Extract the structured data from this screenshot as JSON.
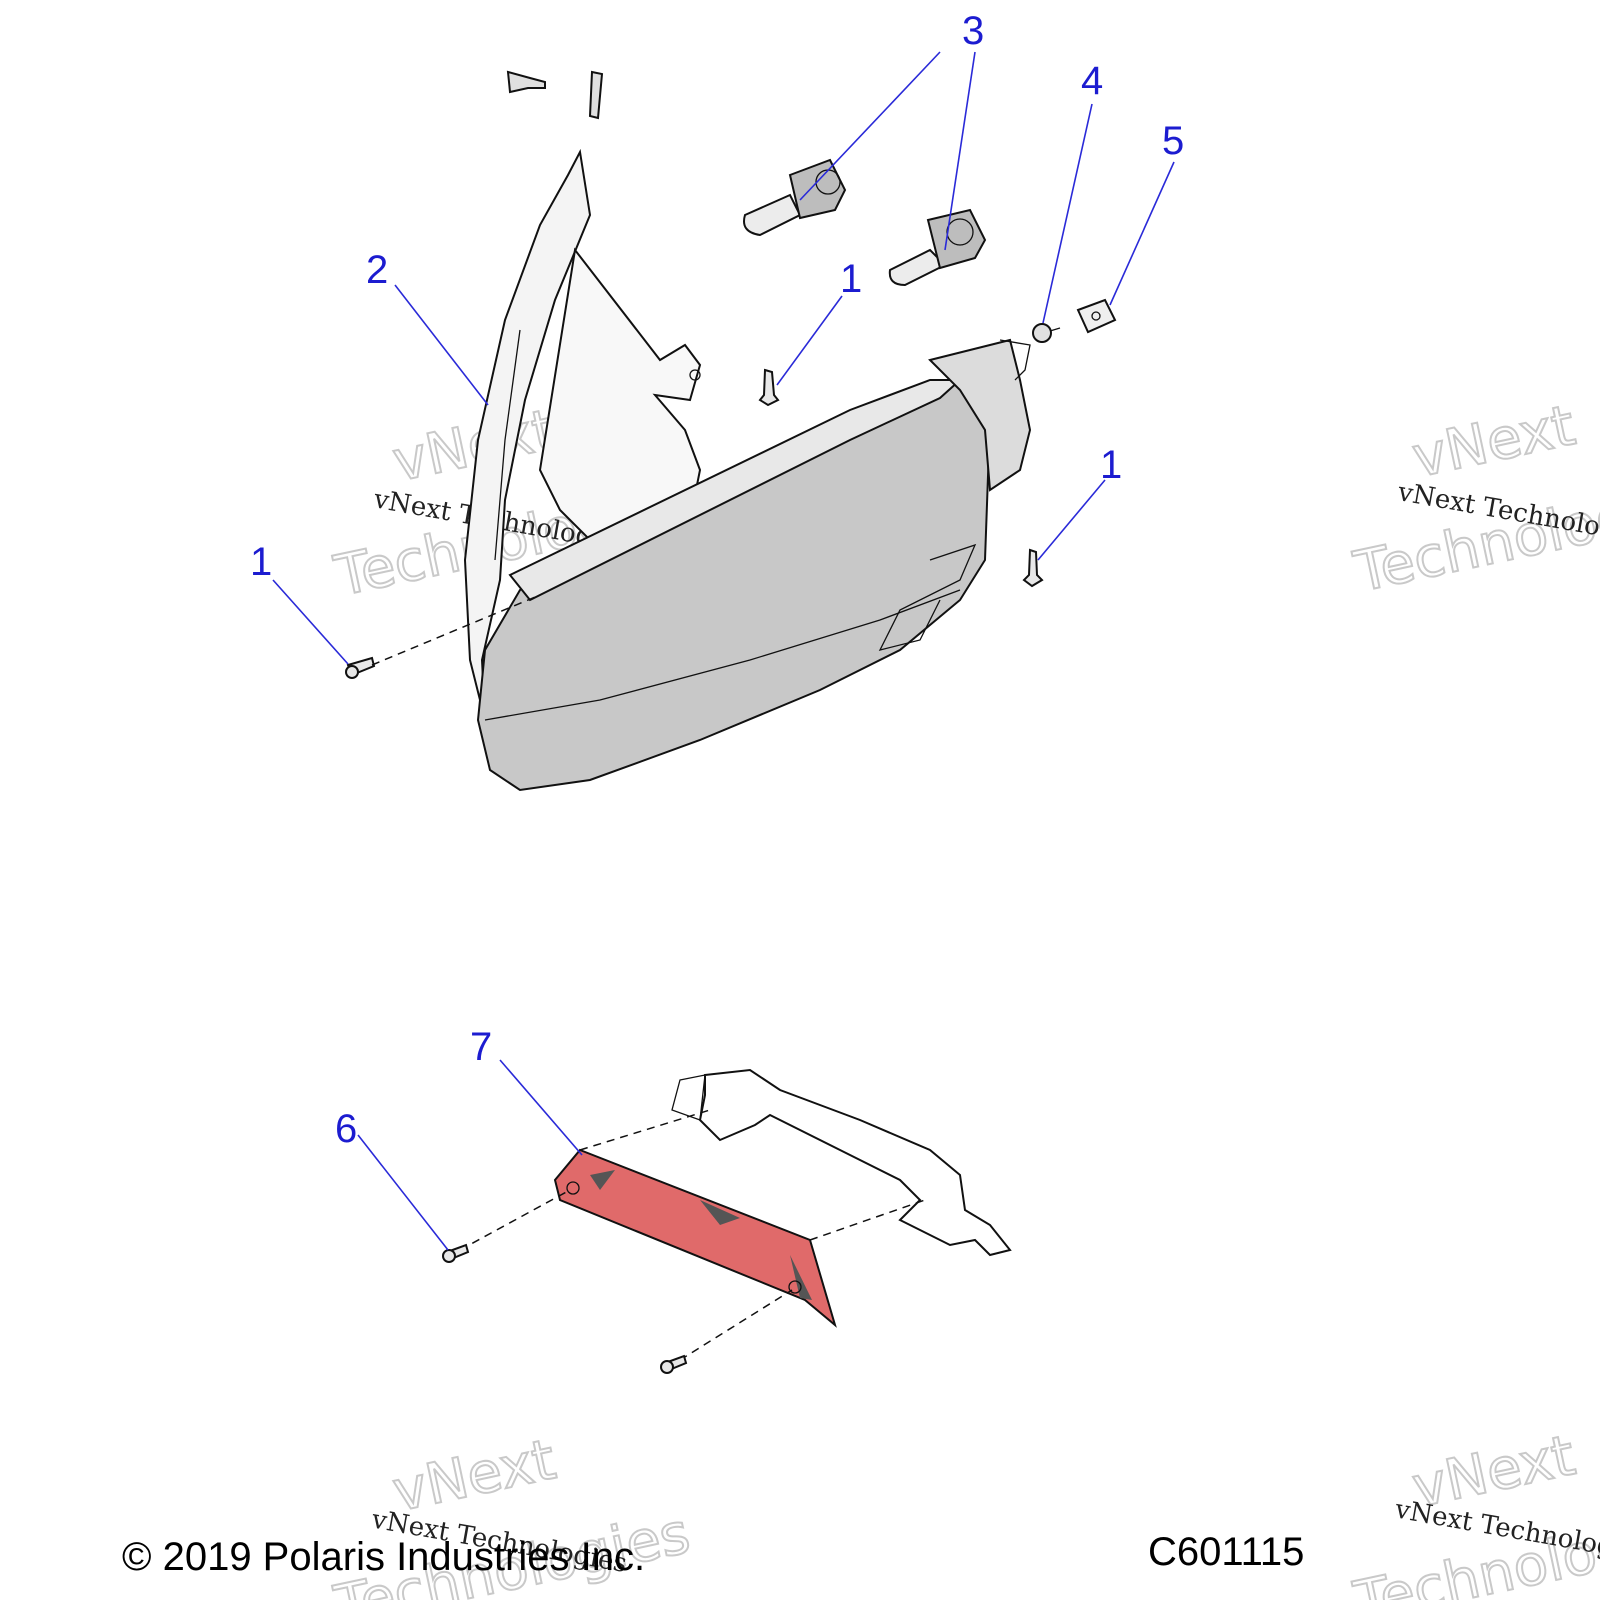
{
  "callouts": [
    {
      "label": "1",
      "part": "screw"
    },
    {
      "label": "1",
      "part": "screw"
    },
    {
      "label": "1",
      "part": "screw"
    },
    {
      "label": "2",
      "part": "headlight-housing"
    },
    {
      "label": "3",
      "part": "bulb"
    },
    {
      "label": "4",
      "part": "screw"
    },
    {
      "label": "5",
      "part": "nut-clip"
    },
    {
      "label": "6",
      "part": "screw"
    },
    {
      "label": "7",
      "part": "tail-light"
    }
  ],
  "watermark": {
    "line1": "vNext Technologies",
    "big1": "vNext",
    "big2": "Technologies"
  },
  "footer": {
    "copyright": "© 2019 Polaris Industries Inc.",
    "figure_id": "C601115"
  },
  "colors": {
    "callout": "#1c1cd0",
    "tail_lens": "#e06a6a",
    "housing_shade": "#c8c8c8"
  }
}
